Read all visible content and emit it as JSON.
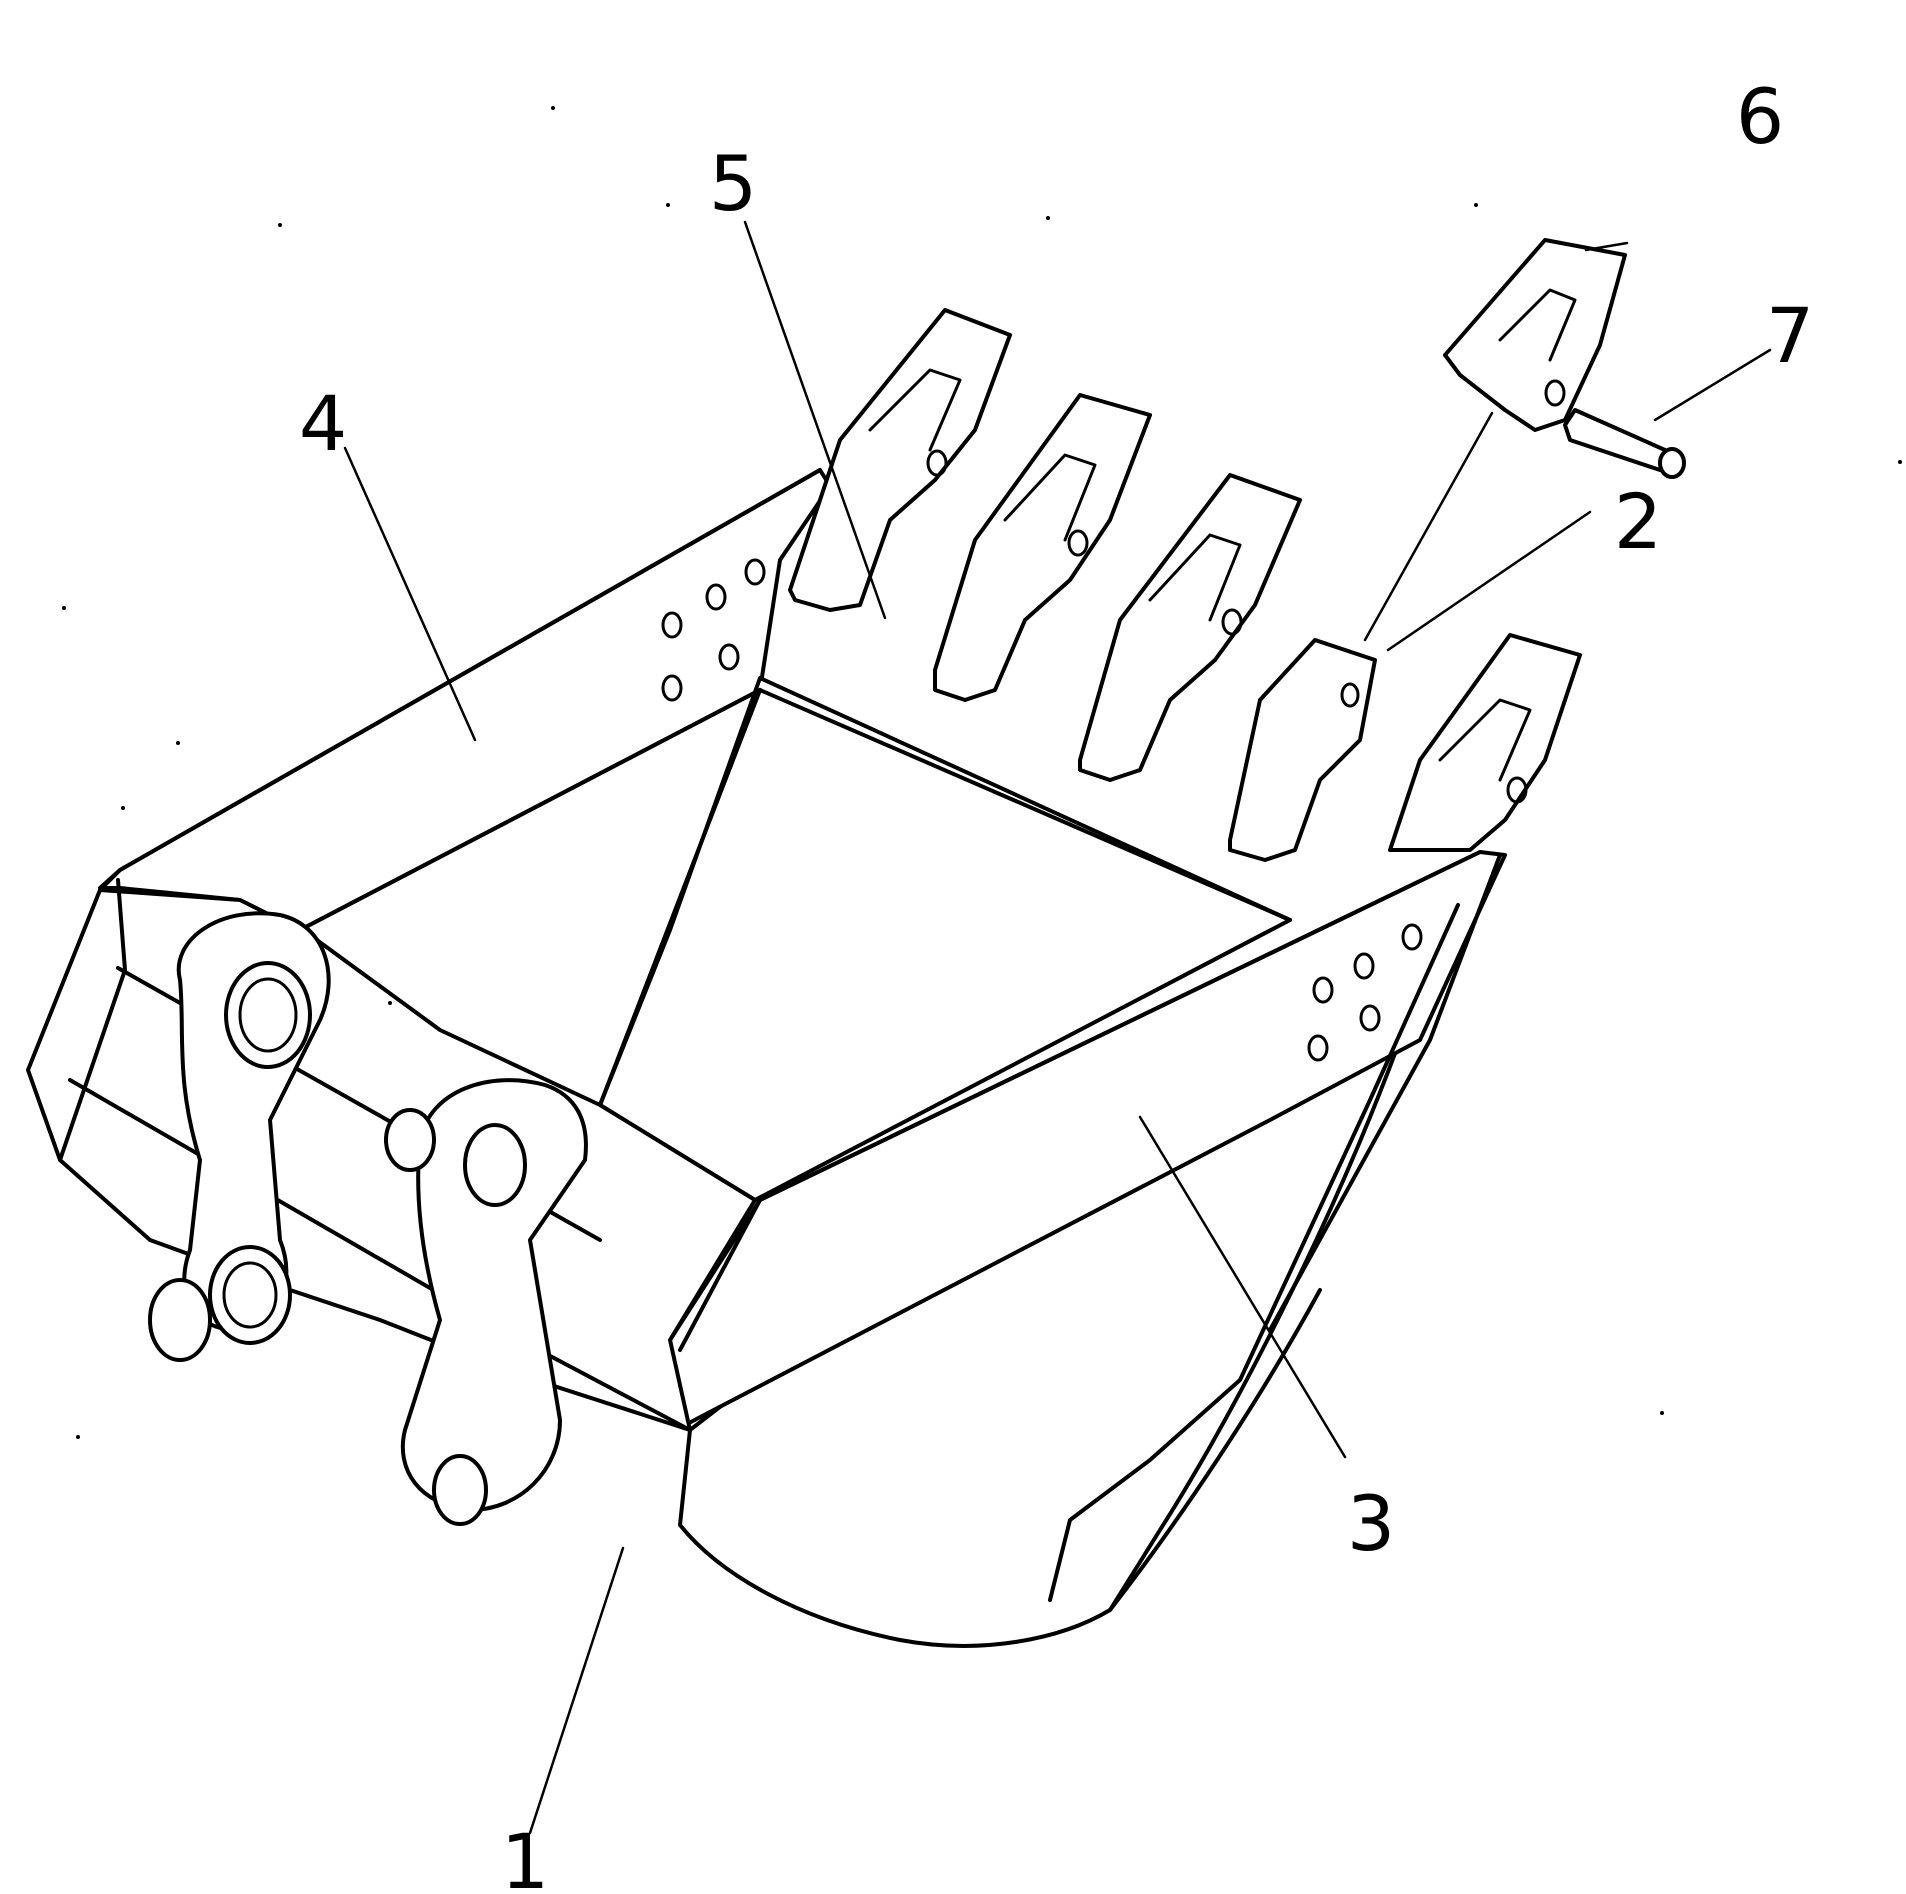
{
  "callouts": [
    {
      "key": "1",
      "label": "1"
    },
    {
      "key": "2",
      "label": "2"
    },
    {
      "key": "3",
      "label": "3"
    },
    {
      "key": "4",
      "label": "4"
    },
    {
      "key": "5",
      "label": "5"
    },
    {
      "key": "6",
      "label": "6"
    },
    {
      "key": "7",
      "label": "7"
    }
  ],
  "colors": {
    "line": "#000000",
    "background": "#ffffff"
  }
}
